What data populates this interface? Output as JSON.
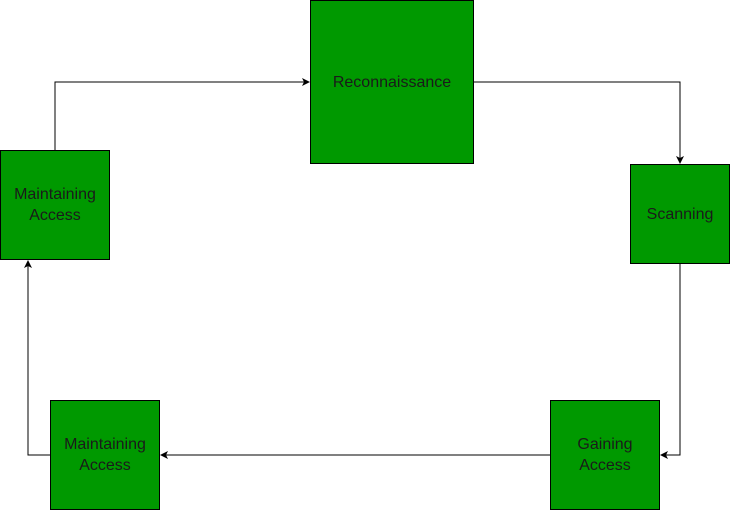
{
  "diagram": {
    "nodes": [
      {
        "id": "n-recon",
        "label": "Reconnaissance"
      },
      {
        "id": "n-scan",
        "label": "Scanning"
      },
      {
        "id": "n-gain",
        "label": "Gaining Access"
      },
      {
        "id": "n-maint-b",
        "label": "Maintaining Access"
      },
      {
        "id": "n-maint-t",
        "label": "Maintaining Access"
      }
    ],
    "edges": [
      {
        "from": "n-recon",
        "to": "n-scan"
      },
      {
        "from": "n-scan",
        "to": "n-gain"
      },
      {
        "from": "n-gain",
        "to": "n-maint-b"
      },
      {
        "from": "n-maint-b",
        "to": "n-maint-t"
      },
      {
        "from": "n-maint-t",
        "to": "n-recon"
      }
    ],
    "colors": {
      "node_fill": "#009900",
      "node_border": "#000000",
      "edge": "#000000"
    }
  }
}
